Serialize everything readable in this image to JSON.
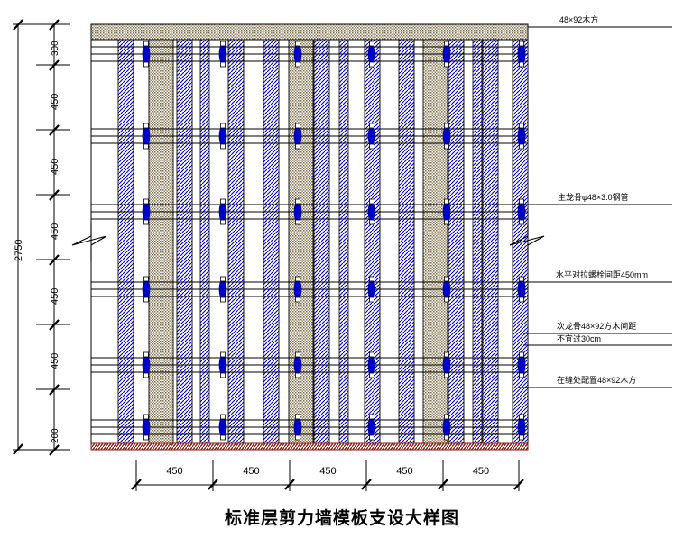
{
  "drawing": {
    "title": "标准层剪力墙模板支设大样图",
    "title_en_hint": "Standard-floor shear wall formwork erection detail",
    "colors": {
      "line": "#000000",
      "plywood_hatch": "#0000bb",
      "timber_hatch": "#7a6a4a",
      "base_hatch": "#8b1a12",
      "bolt": "#0000cc",
      "dimension": "#000000"
    }
  },
  "vertical_dimension": {
    "total_label": "2750",
    "segments": [
      "300",
      "450",
      "450",
      "450",
      "450",
      "450",
      "200"
    ]
  },
  "horizontal_dimension": {
    "segments": [
      "450",
      "450",
      "450",
      "450",
      "450"
    ]
  },
  "callouts": [
    {
      "id": "top-timber",
      "text": "48×92木方"
    },
    {
      "id": "main-joist",
      "text": "主龙骨φ48×3.0钢管"
    },
    {
      "id": "tie-bolt",
      "text": "水平对拉螺栓间距450mm"
    },
    {
      "id": "sec-joist-1",
      "text": "次龙骨48×92方木间距"
    },
    {
      "id": "sec-joist-2",
      "text": "不宜过30cm"
    },
    {
      "id": "joint-timber",
      "text": "在缝处配置48×92木方"
    }
  ]
}
